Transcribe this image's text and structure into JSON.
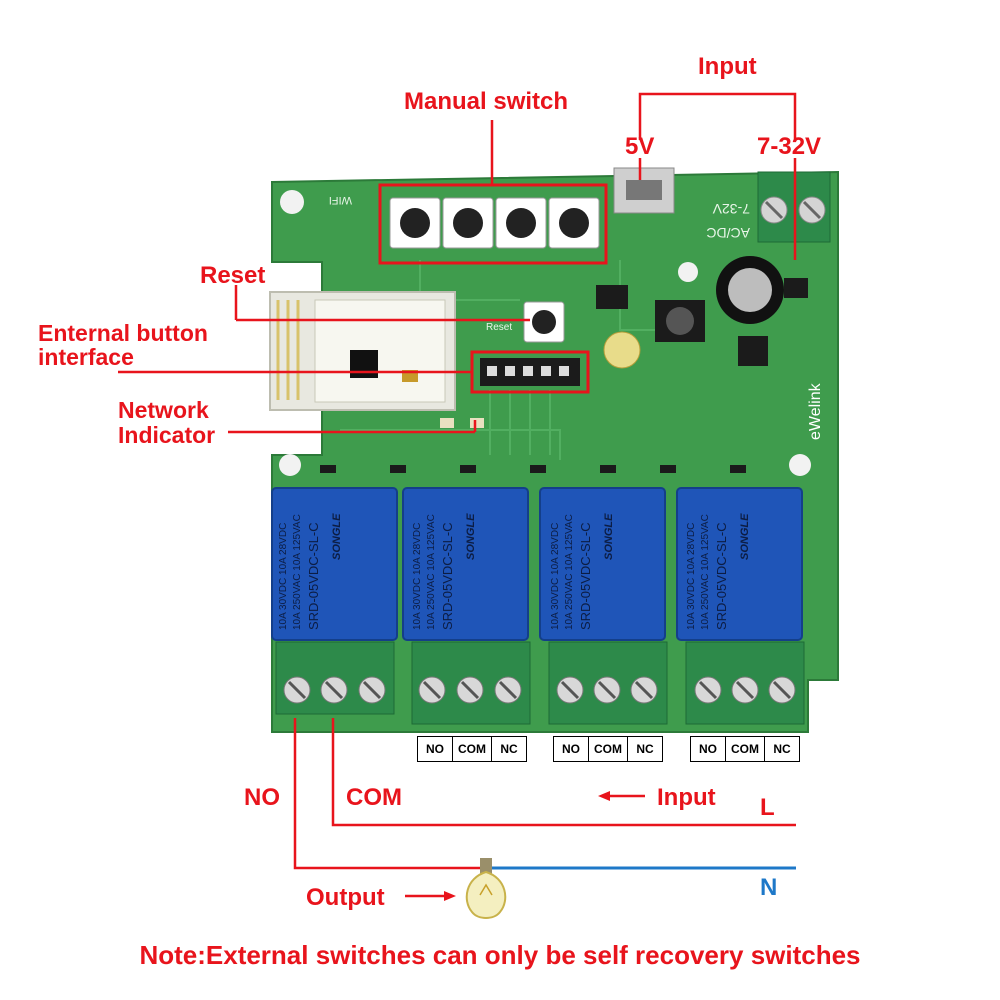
{
  "labels": {
    "input_top": "Input",
    "manual_switch": "Manual switch",
    "v5": "5V",
    "v7_32": "7-32V",
    "reset": "Reset",
    "external_button_1": "Enternal button",
    "external_button_2": "interface",
    "network_1": "Network",
    "network_2": "Indicator",
    "no": "NO",
    "com": "COM",
    "input_bottom": "Input",
    "l": "L",
    "n": "N",
    "output": "Output"
  },
  "terminals": [
    {
      "no": "NO",
      "com": "COM",
      "nc": "NC"
    },
    {
      "no": "NO",
      "com": "COM",
      "nc": "NC"
    },
    {
      "no": "NO",
      "com": "COM",
      "nc": "NC"
    }
  ],
  "board": {
    "wifi": "WIFI",
    "voltage": "7-32V",
    "acdc": "AC/DC",
    "reset_silk": "Reset",
    "brand": "eWelink",
    "relay_brand": "SONGLE",
    "relay_rating_1": "10A 250VAC 10A 125VAC",
    "relay_rating_2": "10A 30VDC 10A 28VDC",
    "relay_model": "SRD-05VDC-SL-C"
  },
  "note": "Note:External switches can only be self recovery switches",
  "colors": {
    "label_red": "#e8141c",
    "neutral_blue": "#1e78c8",
    "pcb_green": "#3a9a4a",
    "relay_blue": "#1f55b8",
    "terminal_green": "#2d8a4a"
  }
}
